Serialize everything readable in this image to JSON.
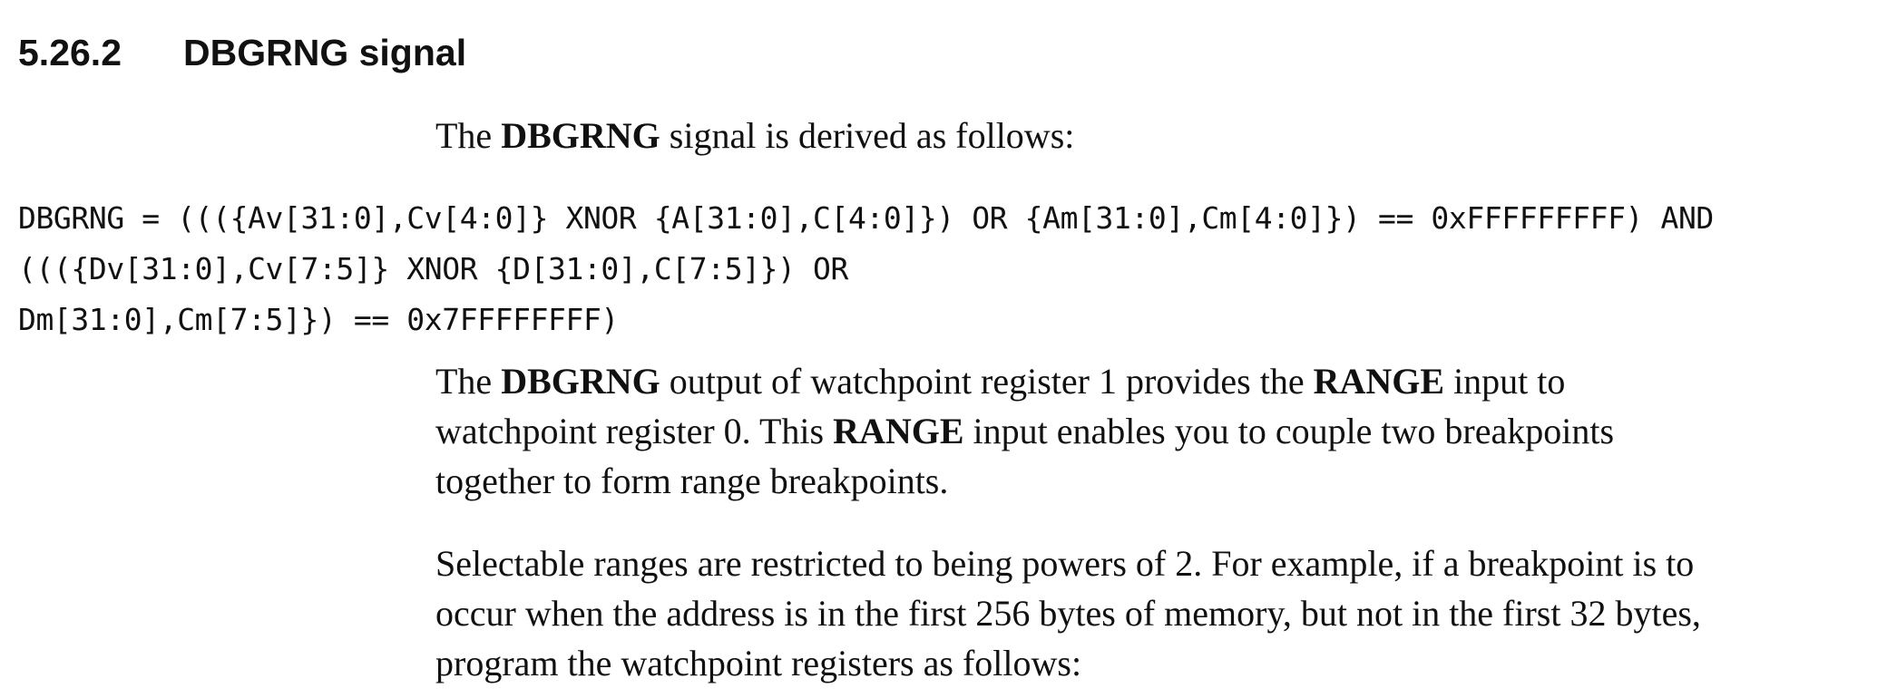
{
  "section": {
    "number": "5.26.2",
    "title": "DBGRNG signal"
  },
  "intro": {
    "prefix": "The ",
    "signal": "DBGRNG",
    "suffix": " signal is derived as follows:"
  },
  "code_lines": [
    "DBGRNG = ((({Av[31:0],Cv[4:0]} XNOR {A[31:0],C[4:0]}) OR {Am[31:0],Cm[4:0]}) == 0xFFFFFFFFF) AND",
    "((({Dv[31:0],Cv[7:5]} XNOR {D[31:0],C[7:5]}) OR",
    "Dm[31:0],Cm[7:5]}) == 0x7FFFFFFFF)"
  ],
  "para2": {
    "line1_a": "The ",
    "line1_b": "DBGRNG",
    "line1_c": " output of watchpoint register 1 provides the ",
    "line1_d": "RANGE",
    "line1_e": " input to",
    "line2_a": "watchpoint register 0. This ",
    "line2_b": "RANGE",
    "line2_c": " input enables you to couple two breakpoints",
    "line3": "together to form range breakpoints."
  },
  "para3": {
    "line1": "Selectable ranges are restricted to being powers of 2. For example, if a breakpoint is to",
    "line2": "occur when the address is in the first 256 bytes of memory, but not in the first 32 bytes,",
    "line3": "program the watchpoint registers as follows:"
  }
}
